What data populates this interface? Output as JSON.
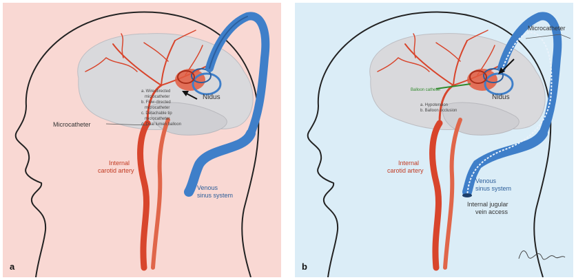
{
  "colors": {
    "panel_a_bg": "#f9d8d3",
    "panel_b_bg": "#dbedf7",
    "artery": "#d8452c",
    "artery_light": "#f08a6a",
    "vein": "#3f7fc9",
    "vein_dark": "#2c5f9e",
    "brain": "#d9d9dc",
    "outline": "#222222",
    "label_red": "#c23a22",
    "label_blue": "#2b5d99",
    "label_green": "#2f8a2a"
  },
  "panel_a": {
    "letter": "a",
    "nidus": "Nidus",
    "microcatheter": "Microcatheter",
    "internal_carotid_line1": "Internal",
    "internal_carotid_line2": "carotid artery",
    "venous_line1": "Venous",
    "venous_line2": "sinus system",
    "options": [
      "a. Wire-directed",
      "microcatheter",
      "b. Flow-directed",
      "microcatheter",
      "c. Detachable tip",
      "microcatheter",
      "d. Dual lumen balloon"
    ]
  },
  "panel_b": {
    "letter": "b",
    "nidus": "Nidus",
    "microcatheter": "Microcatheter",
    "balloon_catheter": "Balloon catheter",
    "options": [
      "a. Hypotension",
      "b. Balloon occlusion"
    ],
    "internal_carotid_line1": "Internal",
    "internal_carotid_line2": "carotid artery",
    "venous_line1": "Venous",
    "venous_line2": "sinus system",
    "jugular_line1": "Internal jugular",
    "jugular_line2": "vein access"
  }
}
